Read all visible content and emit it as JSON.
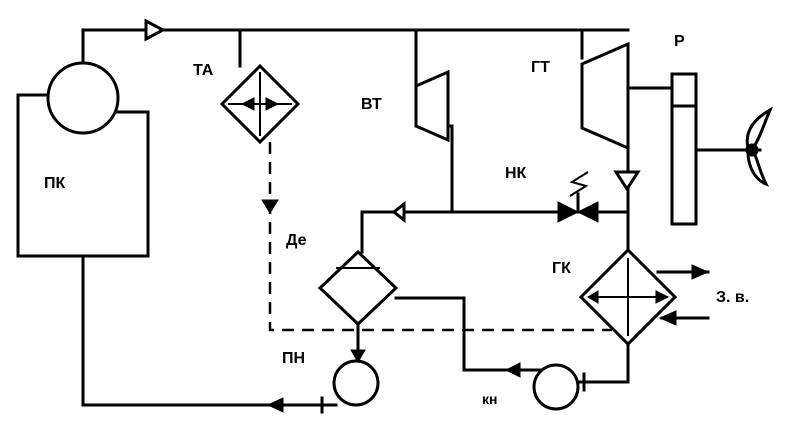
{
  "labels": {
    "pk": "ПК",
    "ta": "ТА",
    "vt": "ВТ",
    "gt": "ГТ",
    "r": "Р",
    "nk": "НК",
    "de": "Де",
    "gk": "ГК",
    "zv": "З. в.",
    "pn": "ПН",
    "kn": "кн"
  }
}
